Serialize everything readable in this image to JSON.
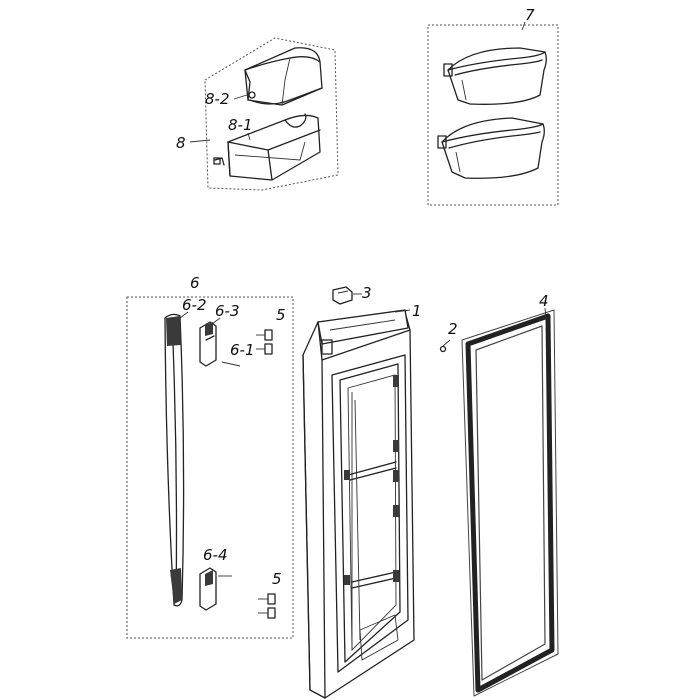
{
  "labels": {
    "part_1": "1",
    "part_2": "2",
    "part_3": "3",
    "part_4": "4",
    "part_5_top": "5",
    "part_5_bottom": "5",
    "part_6": "6",
    "part_6_1": "6-1",
    "part_6_2": "6-2",
    "part_6_3": "6-3",
    "part_6_4": "6-4",
    "part_7": "7",
    "part_8": "8",
    "part_8_1": "8-1",
    "part_8_2": "8-2"
  }
}
